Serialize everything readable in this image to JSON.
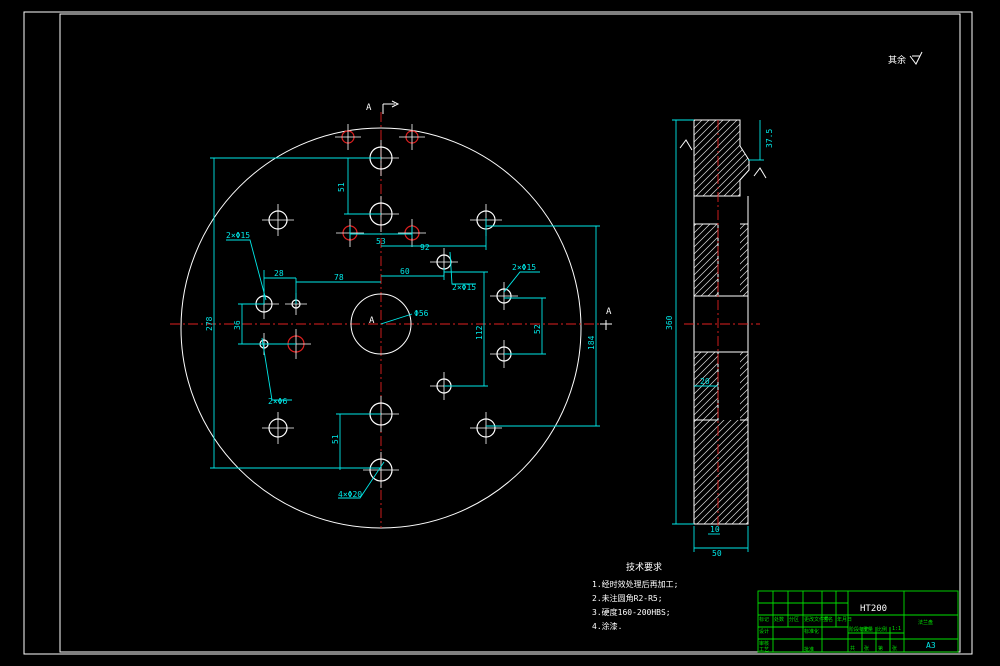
{
  "roughness_note": "其余",
  "section_label": "A",
  "material": "HT200",
  "sheet_size": "A3",
  "part_name": "法兰盘",
  "scale": "1:1",
  "tech_req": {
    "title": "技术要求",
    "items": [
      "1.经时效处理后再加工;",
      "2.未注圆角R2-R5;",
      "3.硬度160-200HBS;",
      "4.涂漆."
    ]
  },
  "front_dims": {
    "d278": "278",
    "d51a": "51",
    "d53": "53",
    "d92": "92",
    "d28": "28",
    "d78": "78",
    "d60": "60",
    "d36": "36",
    "d112": "112",
    "d52": "52",
    "d184": "184",
    "d51b": "51",
    "c2x15a": "2×Φ15",
    "c2x15b": "2×Φ15",
    "c2x15c": "2×Φ15",
    "c2x6": "2×Φ6",
    "c4x20": "4×Φ20",
    "c56": "Φ56"
  },
  "side_dims": {
    "d375": "37.5",
    "d360": "360",
    "d20": "20",
    "d10": "10",
    "d50": "50"
  },
  "title_block": {
    "r1": [
      "标记",
      "处数",
      "分区",
      "更改文件号",
      "签名",
      "年月日"
    ],
    "r2": [
      "设计",
      "",
      "",
      "标准化",
      "",
      ""
    ],
    "r3": [
      "审核"
    ],
    "r4": [
      "工艺",
      "",
      "",
      "批准"
    ],
    "stages": [
      "阶段标记",
      "重量",
      "比例"
    ],
    "footer": [
      "共",
      "张",
      "第",
      "张"
    ]
  }
}
